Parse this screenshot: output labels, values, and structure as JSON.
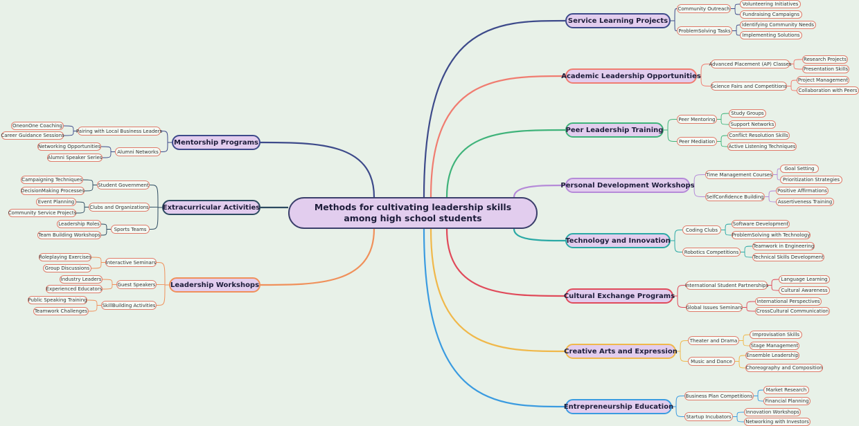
{
  "root": "Methods for cultivating leadership skills among high school students",
  "branches": [
    {
      "label": "Service Learning Projects",
      "color": "#3d4a8a",
      "children": [
        {
          "label": "Community Outreach",
          "children": [
            "Volunteering Initiatives",
            "Fundraising Campaigns"
          ]
        },
        {
          "label": "ProblemSolving Tasks",
          "children": [
            "Identifying Community Needs",
            "Implementing Solutions"
          ]
        }
      ]
    },
    {
      "label": "Academic Leadership Opportunities",
      "color": "#f07c70",
      "children": [
        {
          "label": "Advanced Placement (AP) Classes",
          "children": [
            "Research Projects",
            "Presentation Skills"
          ]
        },
        {
          "label": "Science Fairs and Competitions",
          "children": [
            "Project Management",
            "Collaboration with Peers"
          ]
        }
      ]
    },
    {
      "label": "Peer Leadership Training",
      "color": "#3fb37a",
      "children": [
        {
          "label": "Peer Mentoring",
          "children": [
            "Study Groups",
            "Support Networks"
          ]
        },
        {
          "label": "Peer Mediation",
          "children": [
            "Conflict Resolution Skills",
            "Active Listening Techniques"
          ]
        }
      ]
    },
    {
      "label": "Personal Development Workshops",
      "color": "#b58ad8",
      "children": [
        {
          "label": "Time Management Courses",
          "children": [
            "Goal Setting",
            "Prioritization Strategies"
          ]
        },
        {
          "label": "SelfConfidence Building",
          "children": [
            "Positive Affirmations",
            "Assertiveness Training"
          ]
        }
      ]
    },
    {
      "label": "Technology and Innovation",
      "color": "#2aa9a5",
      "children": [
        {
          "label": "Coding Clubs",
          "children": [
            "Software Development",
            "ProblemSolving with Technology"
          ]
        },
        {
          "label": "Robotics Competitions",
          "children": [
            "Teamwork in Engineering",
            "Technical Skills Development"
          ]
        }
      ]
    },
    {
      "label": "Cultural Exchange Programs",
      "color": "#e04a5a",
      "children": [
        {
          "label": "International Student Partnerships",
          "children": [
            "Language Learning",
            "Cultural Awareness"
          ]
        },
        {
          "label": "Global Issues Seminars",
          "children": [
            "International Perspectives",
            "CrossCultural Communication"
          ]
        }
      ]
    },
    {
      "label": "Creative Arts and Expression",
      "color": "#f0b84a",
      "children": [
        {
          "label": "Theater and Drama",
          "children": [
            "Improvisation Skills",
            "Stage Management"
          ]
        },
        {
          "label": "Music and Dance",
          "children": [
            "Ensemble Leadership",
            "Choreography and Composition"
          ]
        }
      ]
    },
    {
      "label": "Entrepreneurship Education",
      "color": "#3a9be0",
      "children": [
        {
          "label": "Business Plan Competitions",
          "children": [
            "Market Research",
            "Financial Planning"
          ]
        },
        {
          "label": "Startup Incubators",
          "children": [
            "Innovation Workshops",
            "Networking with Investors"
          ]
        }
      ]
    },
    {
      "label": "Mentorship Programs",
      "color": "#3d4a8a",
      "children": [
        {
          "label": "Pairing with Local Business Leaders",
          "children": [
            "OneonOne Coaching",
            "Career Guidance Sessions"
          ]
        },
        {
          "label": "Alumni Networks",
          "children": [
            "Networking Opportunities",
            "Alumni Speaker Series"
          ]
        }
      ]
    },
    {
      "label": "Extracurricular Activities",
      "color": "#2c4a60",
      "children": [
        {
          "label": "Student Government",
          "children": [
            "Campaigning Techniques",
            "DecisionMaking Processes"
          ]
        },
        {
          "label": "Clubs and Organizations",
          "children": [
            "Event Planning",
            "Community Service Projects"
          ]
        },
        {
          "label": "Sports Teams",
          "children": [
            "Leadership Roles",
            "Team Building Workshops"
          ]
        }
      ]
    },
    {
      "label": "Leadership Workshops",
      "color": "#f0905a",
      "children": [
        {
          "label": "Interactive Seminars",
          "children": [
            "Roleplaying Exercises",
            "Group Discussions"
          ]
        },
        {
          "label": "Guest Speakers",
          "children": [
            "Industry Leaders",
            "Experienced Educators"
          ]
        },
        {
          "label": "SkillBuilding Activities",
          "children": [
            "Public Speaking Training",
            "Teamwork Challenges"
          ]
        }
      ]
    }
  ]
}
